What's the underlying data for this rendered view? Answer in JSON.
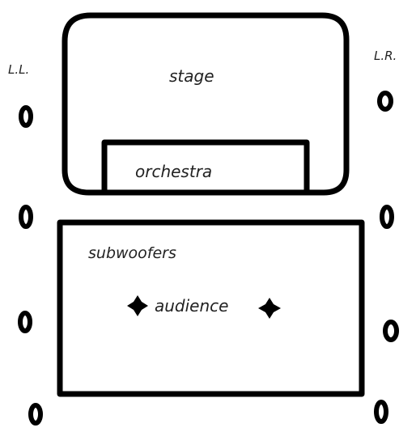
{
  "labels": {
    "stage": "stage",
    "orchestra": "orchestra",
    "subwoofers": "subwoofers",
    "audience": "audience",
    "left_corner": "L.L.",
    "right_corner": "L.R."
  },
  "ink_color": "#000000",
  "text_color": "#222222",
  "speakers": {
    "left_count": 4,
    "right_count": 4
  },
  "subwoofer_markers": 2
}
